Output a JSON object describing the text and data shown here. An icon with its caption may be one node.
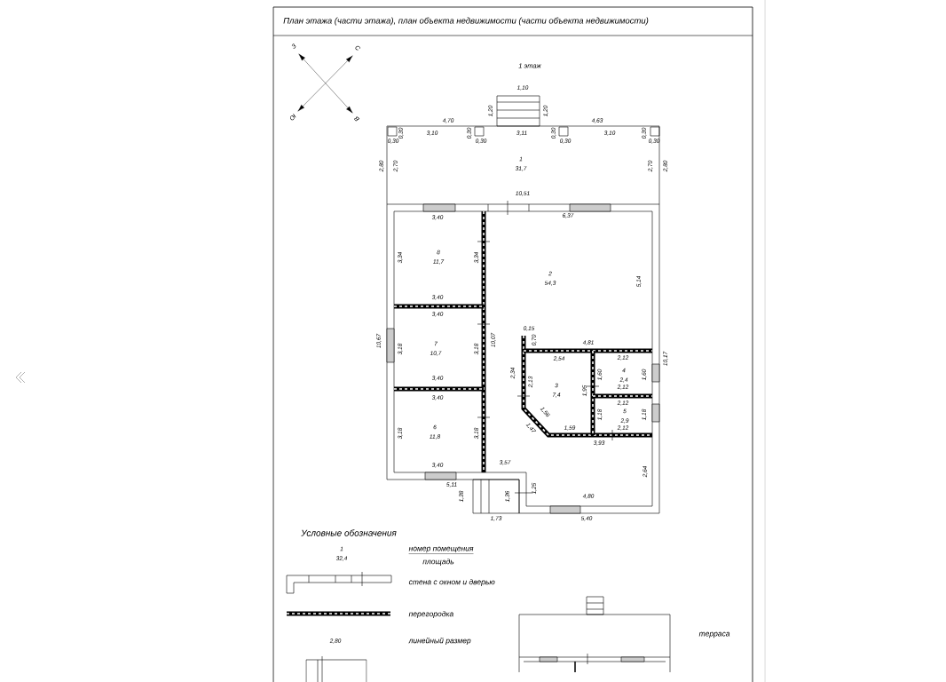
{
  "diagram": {
    "title": "План этажа (части этажа), план объекта недвижимости (части объекта недвижимости)",
    "labels": [
      "З",
      "С",
      "1 этаж",
      "1,10",
      "Ю",
      "В",
      "1,20",
      "1,20",
      "4,70",
      "4,63",
      "0,30",
      "0,30",
      "3,10",
      "0,30",
      "0,30",
      "3,11",
      "0,30",
      "0,30",
      "3,10",
      "0,30",
      "0,30",
      "2,80",
      "2,70",
      "1",
      "31,7",
      "2,70",
      "2,80",
      "10,51",
      "3,40",
      "6,37",
      "3,34",
      "8",
      "11,7",
      "3,34",
      "2",
      "54,3",
      "5,14",
      "3,40",
      "3,40",
      "10,67",
      "3,18",
      "7",
      "10,7",
      "3,18",
      "10,07",
      "0,15",
      "0,70",
      "4,81",
      "10,17",
      "2,54",
      "2,12",
      "2,34",
      "2,13",
      "1,60",
      "4",
      "2,4",
      "1,60",
      "3",
      "7,4",
      "1,95",
      "2,12",
      "3,40",
      "3,40",
      "2,12",
      "1,56",
      "1,18",
      "5",
      "2,9",
      "1,18",
      "3,18",
      "6",
      "11,8",
      "3,18",
      "1,47",
      "1,59",
      "2,12",
      "3,93",
      "3,57",
      "3,40",
      "2,64",
      "5,11",
      "1,38",
      "1,36",
      "1,25",
      "4,80",
      "1,73",
      "5,40",
      "Условные обозначения",
      "1",
      "32,4",
      "площадь",
      "2,80"
    ],
    "legend": [
      {
        "text": "номер помещения"
      },
      {
        "text": "стена с окном и дверью"
      },
      {
        "text": "перегородка"
      },
      {
        "text": "линейный размер"
      },
      {
        "text": "терраса"
      }
    ]
  }
}
